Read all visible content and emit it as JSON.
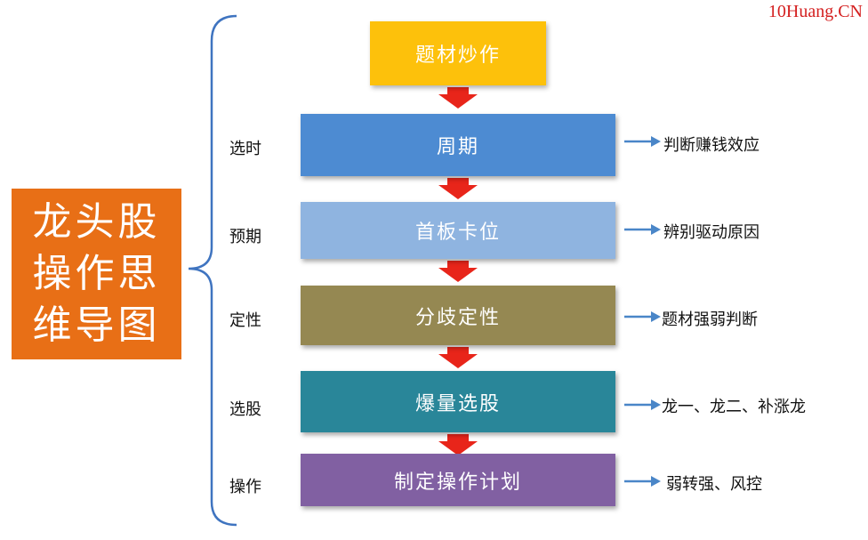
{
  "watermark": "10Huang.CN",
  "title": "龙头股操作思维导图",
  "top_box": {
    "label": "题材炒作",
    "color": "#fdc10b"
  },
  "stages": [
    {
      "label": "选时",
      "box": "周期",
      "color": "#4d8bd2",
      "note": "判断赚钱效应"
    },
    {
      "label": "预期",
      "box": "首板卡位",
      "color": "#8fb4e0",
      "note": "辨别驱动原因"
    },
    {
      "label": "定性",
      "box": "分歧定性",
      "color": "#958852",
      "note": "题材强弱判断"
    },
    {
      "label": "选股",
      "box": "爆量选股",
      "color": "#298699",
      "note": "龙一、龙二、补涨龙"
    },
    {
      "label": "操作",
      "box": "制定操作计划",
      "color": "#8160a2",
      "note": "弱转强、风控"
    }
  ],
  "colors": {
    "arrow_down": "#e8251a",
    "arrow_right": "#4a86c8",
    "brace": "#3f74c0"
  }
}
